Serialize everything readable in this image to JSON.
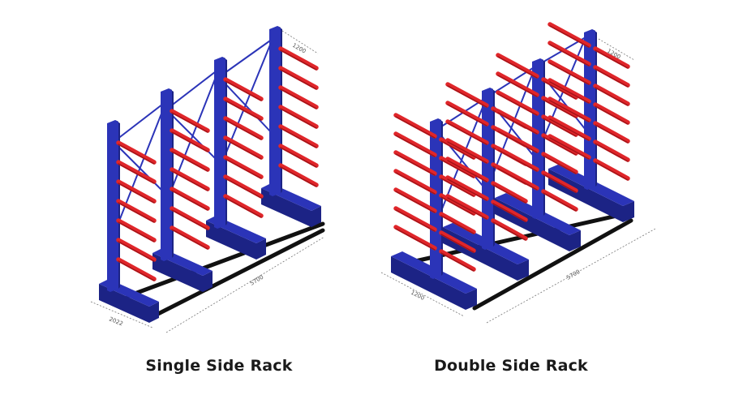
{
  "captions": {
    "single": "Single Side Rack",
    "double": "Double Side Rack"
  },
  "dimensions": {
    "single_arm_length": "1200",
    "single_base_depth": "2022",
    "single_total_length": "5700",
    "double_arm_length": "1200",
    "double_base_depth": "1200",
    "double_total_length": "5700"
  },
  "colors": {
    "column": "#2b34b8",
    "column_dark": "#1c2385",
    "arm": "#e0262a",
    "arm_dark": "#a31318",
    "base_rail": "#111111",
    "brace": "#2b34b8"
  }
}
